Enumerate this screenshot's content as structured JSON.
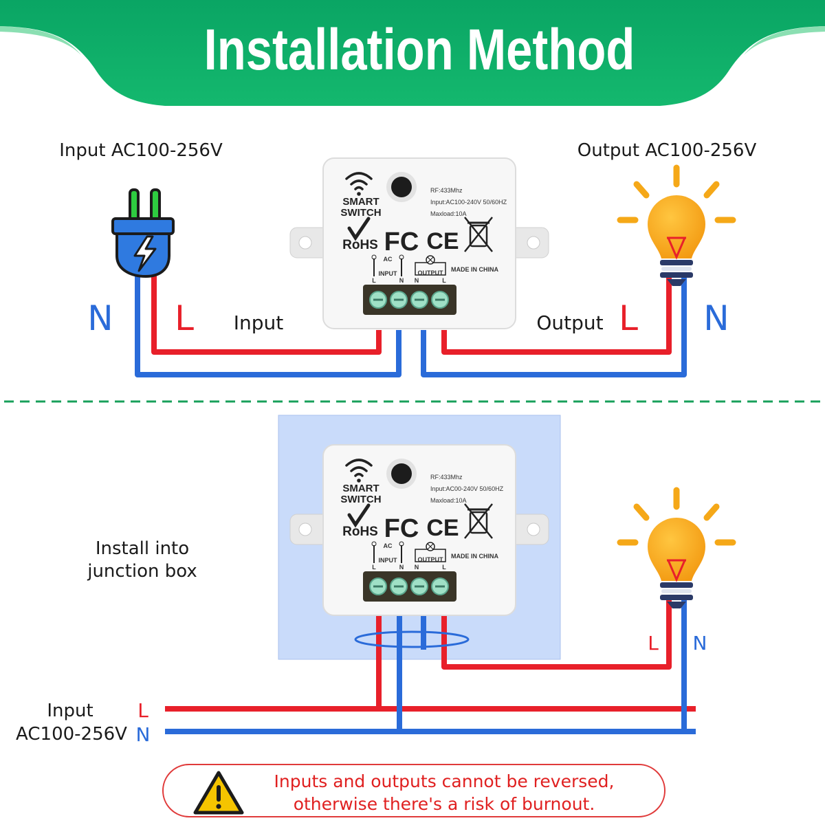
{
  "header": {
    "title": "Installation Method",
    "color_dark": "#0aa564",
    "color_light": "#5fd68f"
  },
  "colors": {
    "live_wire": "#e8202a",
    "neutral_wire": "#2a6bd9",
    "divider": "#17a05a",
    "junction_box": "#c9dbfa",
    "warning_border": "#e03a3a",
    "warning_text": "#e02020",
    "bulb": "#f7a51e",
    "plug": "#2f7ae0"
  },
  "top_diagram": {
    "input_title": "Input AC100-256V",
    "output_title": "Output AC100-256V",
    "left_n": "N",
    "left_l": "L",
    "input_wire_label": "Input",
    "output_wire_label": "Output",
    "right_l": "L",
    "right_n": "N",
    "device": {
      "brand_line1": "SMART",
      "brand_line2": "SWITCH",
      "rf": "RF:433Mhz",
      "input_spec": "Input:AC100-240V 50/60HZ",
      "maxload": "Maxload:10A",
      "rohs": "RoHS",
      "fc": "FC",
      "ce": "CE",
      "ac": "AC",
      "input_tag": "INPUT",
      "output_tag": "OUTPUT",
      "made_in": "MADE IN CHINA",
      "pin_l1": "L",
      "pin_n1": "N",
      "pin_n2": "N",
      "pin_l2": "L"
    },
    "plug_icon": "power-plug-icon",
    "bulb_icon": "light-bulb-icon"
  },
  "bottom_diagram": {
    "install_line1": "Install into",
    "install_line2": "junction box",
    "input_line1": "Input",
    "input_line2": "AC100-256V",
    "bus_l": "L",
    "bus_n": "N",
    "lamp_l": "L",
    "lamp_n": "N",
    "device": {
      "brand_line1": "SMART",
      "brand_line2": "SWITCH",
      "rf": "RF:433Mhz",
      "input_spec": "Input:AC00-240V 50/60HZ",
      "maxload": "Maxload:10A",
      "rohs": "RoHS",
      "fc": "FC",
      "ce": "CE",
      "ac": "AC",
      "input_tag": "INPUT",
      "output_tag": "OUTPUT",
      "made_in": "MADE IN CHINA",
      "pin_l1": "L",
      "pin_n1": "N",
      "pin_n2": "N",
      "pin_l2": "L"
    },
    "bulb_icon": "light-bulb-icon"
  },
  "warning": {
    "line1": "Inputs and outputs cannot be reversed,",
    "line2": "otherwise there's a risk of burnout.",
    "icon": "warning-triangle-icon"
  }
}
